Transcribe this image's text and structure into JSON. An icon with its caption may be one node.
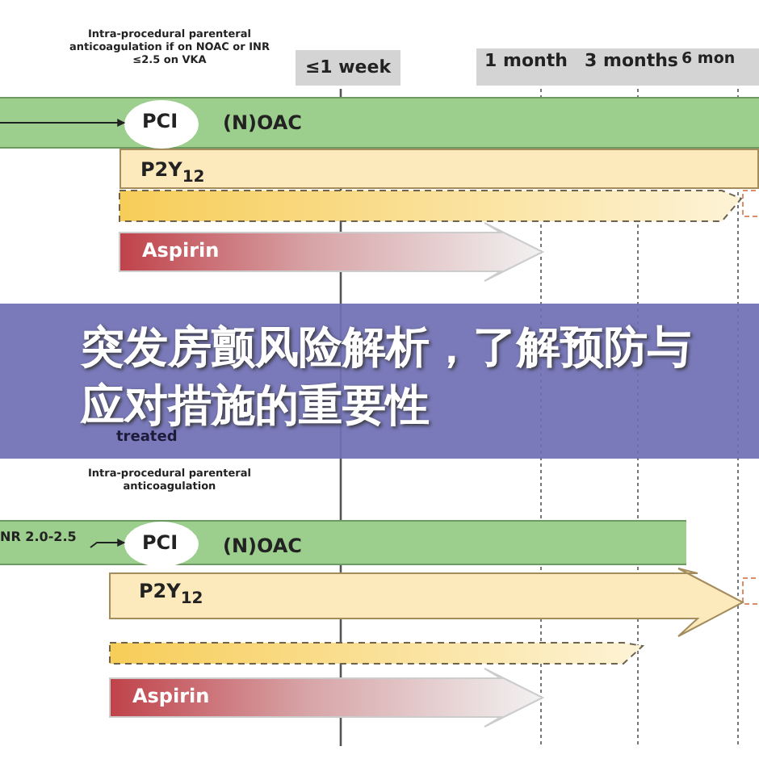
{
  "diagram": {
    "title": "突发房颤风险解析，了解预防与应对措施的重要性",
    "nodes": [
      {
        "text": [
          "(N)OAC"
        ]
      },
      {
        "text": [
          "PCI"
        ],
        "in": 0
      },
      {
        "text": [
          "P2Y$_{12}$"
        ]
      },
      {
        "text": [],
        "shape": "bar"
      },
      {
        "text": [
          "Aspirin"
        ]
      },
      {
        "text": [
          "(N)OAC"
        ]
      },
      {
        "text": [
          "PCI"
        ],
        "in": 5
      },
      {
        "text": [
          "P2Y$_{12}$"
        ]
      },
      {
        "text": [],
        "shape": "bar"
      },
      {
        "text": [
          "Aspirin"
        ]
      },
      {
        "text": [
          "NR 2.0-2.5"
        ],
        "in": 5
      }
    ],
    "edges": [
      {
        "from": null,
        "to": 1,
        "arrow": "to"
      },
      {
        "from": 10,
        "to": 6,
        "arrow": "to"
      }
    ],
    "labels": [
      "Intra-procedural parenteral anticoagulation if on NOAC or INR ≤2.5 on VKA",
      "≤1 week",
      "1 month",
      "3 months",
      "6 mon",
      "treated",
      "Intra-procedural parenteral anticoagulation"
    ]
  }
}
